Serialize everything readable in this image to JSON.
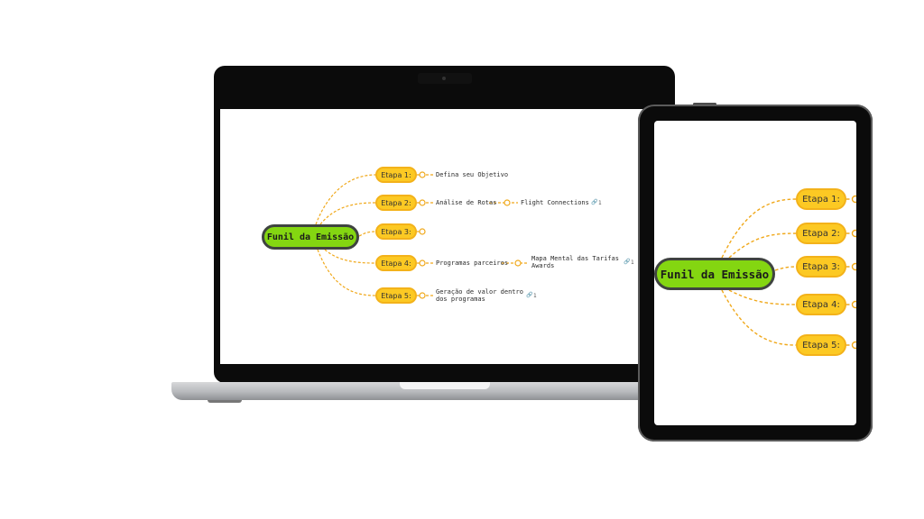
{
  "mindmap": {
    "root": "Funil da Emissão",
    "stages": [
      {
        "label": "Etapa 1:"
      },
      {
        "label": "Etapa 2:"
      },
      {
        "label": "Etapa 3:"
      },
      {
        "label": "Etapa 4:"
      },
      {
        "label": "Etapa 5:"
      }
    ],
    "leaves": {
      "defina_objetivo": "Defina seu Objetivo",
      "analise_rotas": "Análise de Rotas",
      "flight_connections": "Flight Connections",
      "flight_connections_links": "1",
      "programas_parceiros": "Programas parceiros",
      "mapa_mental_line1": "Mapa Mental das Tarifas",
      "mapa_mental_line2": "Awards",
      "mapa_mental_links": "1",
      "geracao_line1": "Geração de valor dentro",
      "geracao_line2": "dos programas",
      "geracao_links": "1"
    }
  },
  "colors": {
    "root_fill": "#84d611",
    "root_border": "#3f4340",
    "stage_fill": "#fcc923",
    "connector": "#f0a81a",
    "device_frame": "#0b0b0b"
  },
  "icons": {
    "link": "link-icon",
    "connector_dot": "circle-node-icon"
  }
}
